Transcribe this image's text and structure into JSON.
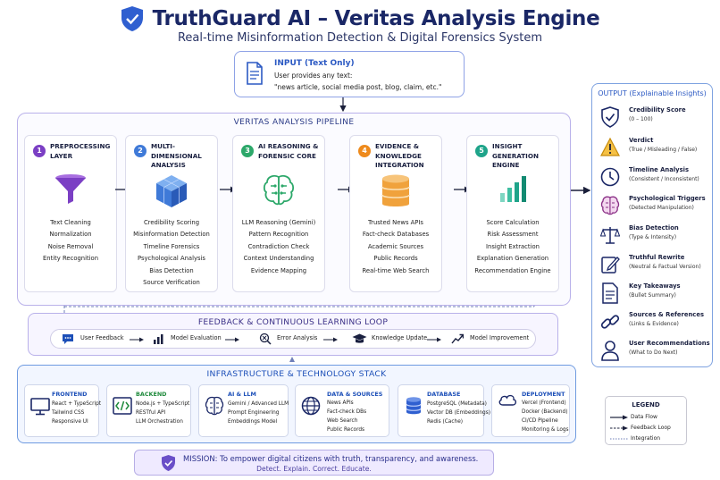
{
  "header": {
    "title": "TruthGuard AI – Veritas Analysis Engine",
    "subtitle": "Real-time Misinformation Detection & Digital Forensics System"
  },
  "input": {
    "label": "INPUT (Text Only)",
    "line1": "User provides any text:",
    "line2": "\"news article, social media post, blog, claim, etc.\""
  },
  "pipeline": {
    "title": "VERITAS ANALYSIS PIPELINE",
    "stages": [
      {
        "num": "1",
        "title": "PREPROCESSING LAYER",
        "color": "#7b3fc4",
        "icon": "funnel-icon",
        "items": [
          "Text Cleaning",
          "Normalization",
          "Noise Removal",
          "Entity Recognition"
        ]
      },
      {
        "num": "2",
        "title": "MULTI-DIMENSIONAL ANALYSIS",
        "color": "#3f7ad8",
        "icon": "cube-icon",
        "items": [
          "Credibility Scoring",
          "Misinformation Detection",
          "Timeline Forensics",
          "Psychological Analysis",
          "Bias Detection",
          "Source Verification"
        ]
      },
      {
        "num": "3",
        "title": "AI REASONING & FORENSIC CORE",
        "color": "#2da86a",
        "icon": "brain-icon",
        "items": [
          "LLM Reasoning (Gemini)",
          "Pattern Recognition",
          "Contradiction Check",
          "Context Understanding",
          "Evidence Mapping"
        ]
      },
      {
        "num": "4",
        "title": "EVIDENCE & KNOWLEDGE INTEGRATION",
        "color": "#ee8a1c",
        "icon": "database-icon",
        "items": [
          "Trusted News APIs",
          "Fact-check Databases",
          "Academic Sources",
          "Public Records",
          "Real-time Web Search"
        ]
      },
      {
        "num": "5",
        "title": "INSIGHT GENERATION ENGINE",
        "color": "#1fa48a",
        "icon": "bar-chart-icon",
        "items": [
          "Score Calculation",
          "Risk Assessment",
          "Insight Extraction",
          "Explanation Generation",
          "Recommendation Engine"
        ]
      }
    ]
  },
  "output": {
    "title": "OUTPUT (Explainable Insights)",
    "items": [
      {
        "title": "Credibility Score",
        "sub": "(0 – 100)",
        "icon": "shield-check-icon"
      },
      {
        "title": "Verdict",
        "sub": "(True / Misleading / False)",
        "icon": "warning-icon"
      },
      {
        "title": "Timeline Analysis",
        "sub": "(Consistent / Inconsistent)",
        "icon": "clock-icon"
      },
      {
        "title": "Psychological Triggers",
        "sub": "(Detected Manipulation)",
        "icon": "brain-icon"
      },
      {
        "title": "Bias Detection",
        "sub": "(Type & Intensity)",
        "icon": "scale-icon"
      },
      {
        "title": "Truthful Rewrite",
        "sub": "(Neutral & Factual Version)",
        "icon": "edit-icon"
      },
      {
        "title": "Key Takeaways",
        "sub": "(Bullet Summary)",
        "icon": "document-icon"
      },
      {
        "title": "Sources & References",
        "sub": "(Links & Evidence)",
        "icon": "link-icon"
      },
      {
        "title": "User Recommendations",
        "sub": "(What to Do Next)",
        "icon": "user-icon"
      }
    ]
  },
  "feedback": {
    "title": "FEEDBACK & CONTINUOUS LEARNING LOOP",
    "steps": [
      {
        "label": "User Feedback",
        "icon": "chat-icon"
      },
      {
        "label": "Model Evaluation",
        "icon": "bar-chart-icon"
      },
      {
        "label": "Error Analysis",
        "icon": "search-x-icon"
      },
      {
        "label": "Knowledge Update",
        "icon": "graduation-cap-icon"
      },
      {
        "label": "Model Improvement",
        "icon": "trend-up-icon"
      }
    ]
  },
  "infrastructure": {
    "title": "INFRASTRUCTURE & TECHNOLOGY STACK",
    "cards": [
      {
        "title": "FRONTEND",
        "color": "#1c4fb8",
        "icon": "monitor-icon",
        "lines": [
          "React + TypeScript",
          "Tailwind CSS",
          "Responsive UI"
        ]
      },
      {
        "title": "BACKEND",
        "color": "#1f8a3c",
        "icon": "code-icon",
        "lines": [
          "Node.js + TypeScript",
          "RESTful API",
          "LLM Orchestration"
        ]
      },
      {
        "title": "AI & LLM",
        "color": "#1c4fb8",
        "icon": "brain-icon",
        "lines": [
          "Gemini / Advanced LLM",
          "Prompt Engineering",
          "Embeddings Model"
        ]
      },
      {
        "title": "DATA & SOURCES",
        "color": "#1c4fb8",
        "icon": "globe-icon",
        "lines": [
          "News APIs",
          "Fact-check DBs",
          "Web Search",
          "Public Records"
        ]
      },
      {
        "title": "DATABASE",
        "color": "#1c4fb8",
        "icon": "database-icon",
        "lines": [
          "PostgreSQL (Metadata)",
          "Vector DB (Embeddings)",
          "Redis (Cache)"
        ]
      },
      {
        "title": "DEPLOYMENT",
        "color": "#1c4fb8",
        "icon": "cloud-icon",
        "lines": [
          "Vercel (Frontend)",
          "Docker (Backend)",
          "CI/CD Pipeline",
          "Monitoring & Logs"
        ]
      }
    ]
  },
  "mission": {
    "line1": "MISSION: To empower digital citizens with truth, transparency, and awareness.",
    "line2": "Detect. Explain. Correct. Educate."
  },
  "legend": {
    "title": "LEGEND",
    "items": [
      "Data Flow",
      "Feedback Loop",
      "Integration"
    ]
  }
}
